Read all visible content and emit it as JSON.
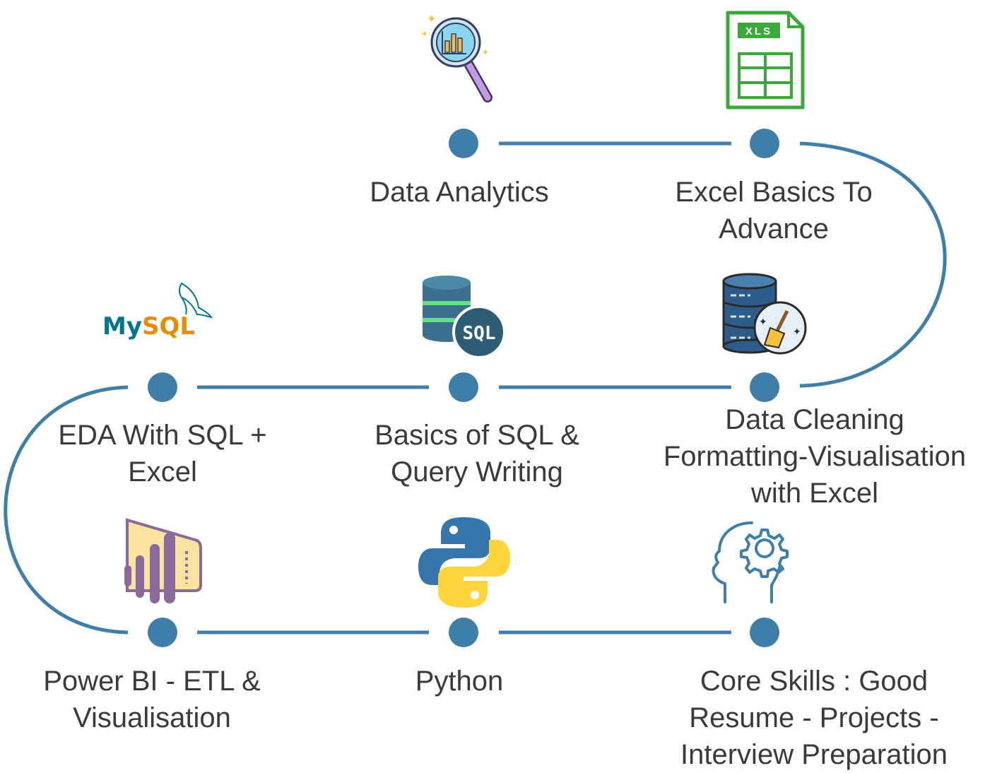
{
  "steps": [
    {
      "label": "Data Analytics",
      "icon": "data-analytics-magnifier-chart-icon"
    },
    {
      "label": "Excel Basics To Advance",
      "icon": "xls-file-icon",
      "icon_text": "XLS"
    },
    {
      "label": "Data Cleaning Formatting-Visualisation with Excel",
      "icon": "database-cleaning-broom-icon"
    },
    {
      "label": "Basics of SQL & Query Writing",
      "icon": "sql-database-icon",
      "icon_text": "SQL"
    },
    {
      "label": "EDA With SQL + Excel",
      "icon": "mysql-logo-icon",
      "icon_text": "MySQL"
    },
    {
      "label": "Power BI - ETL & Visualisation",
      "icon": "power-bi-icon"
    },
    {
      "label": "Python",
      "icon": "python-logo-icon"
    },
    {
      "label": "Core Skills : Good Resume - Projects - Interview Preparation",
      "icon": "head-gear-icon"
    }
  ],
  "labels": {
    "s1": [
      "Data Analytics"
    ],
    "s2": [
      "Excel Basics To",
      "Advance"
    ],
    "s3": [
      "Data Cleaning",
      "Formatting-Visualisation",
      "with Excel"
    ],
    "s4": [
      "Basics of SQL &",
      "Query Writing"
    ],
    "s5": [
      "EDA With SQL +",
      "Excel"
    ],
    "s6": [
      "Power BI - ETL &",
      "Visualisation"
    ],
    "s7": [
      "Python"
    ],
    "s8": [
      "Core Skills : Good",
      "Resume - Projects -",
      "Interview Preparation"
    ]
  },
  "colors": {
    "path": "#3e7ea8",
    "node": "#3e7ea8",
    "text": "#3a3a3a",
    "excel_green": "#3aa83a",
    "sql_db": "#3b6f8c",
    "sql_stripe": "#5fe08a",
    "mysql_blue": "#00758f",
    "mysql_orange": "#e48e00",
    "python_blue": "#3776ab",
    "python_yellow": "#ffd43b",
    "powerbi_yellow": "#f8e4a0",
    "powerbi_purple": "#8a6a9a"
  }
}
